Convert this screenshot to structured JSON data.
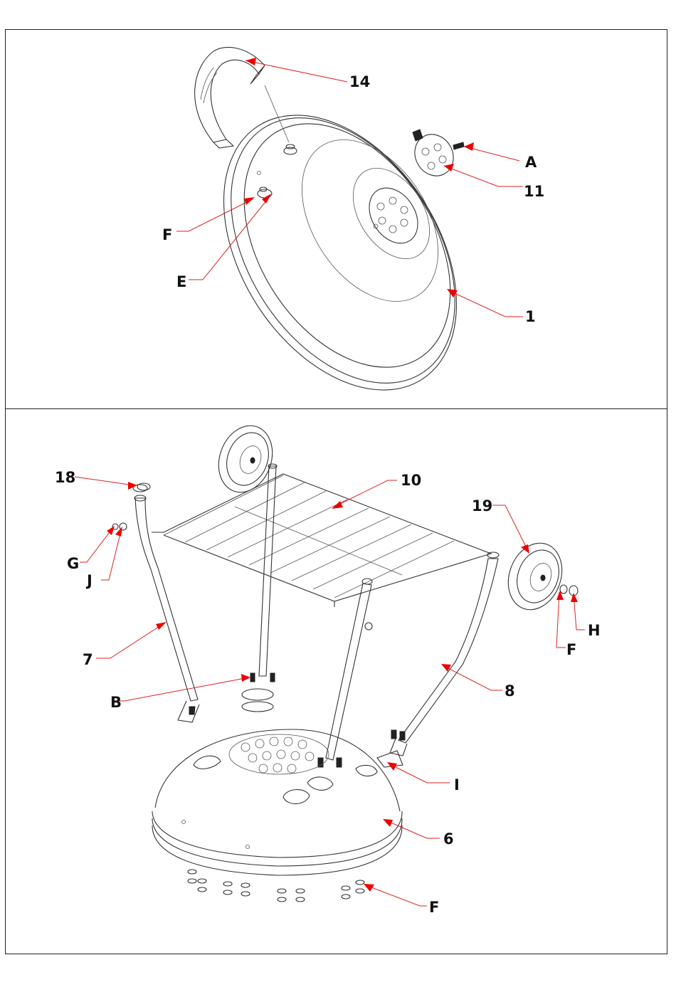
{
  "diagram": {
    "top_panel": {
      "callouts": [
        {
          "id": "14",
          "text": "14"
        },
        {
          "id": "A",
          "text": "A"
        },
        {
          "id": "11",
          "text": "11"
        },
        {
          "id": "F",
          "text": "F"
        },
        {
          "id": "E",
          "text": "E"
        },
        {
          "id": "1",
          "text": "1"
        }
      ]
    },
    "bottom_panel": {
      "callouts": [
        {
          "id": "18",
          "text": "18"
        },
        {
          "id": "10",
          "text": "10"
        },
        {
          "id": "19",
          "text": "19"
        },
        {
          "id": "G",
          "text": "G"
        },
        {
          "id": "J",
          "text": "J"
        },
        {
          "id": "H",
          "text": "H"
        },
        {
          "id": "F",
          "text": "F"
        },
        {
          "id": "7",
          "text": "7"
        },
        {
          "id": "8",
          "text": "8"
        },
        {
          "id": "B",
          "text": "B"
        },
        {
          "id": "I",
          "text": "I"
        },
        {
          "id": "6",
          "text": "6"
        },
        {
          "id": "F2",
          "text": "F"
        }
      ]
    },
    "colors": {
      "leader": "#dd2222",
      "arrow": "#ee0000",
      "line": "#333333"
    }
  }
}
